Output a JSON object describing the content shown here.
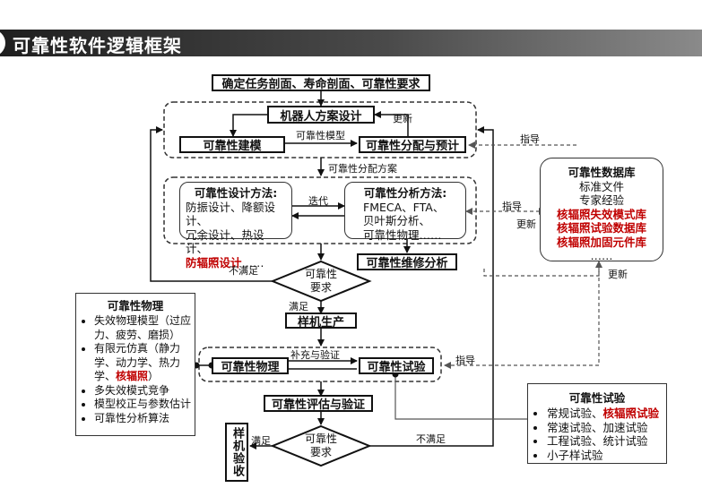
{
  "title": "可靠性软件逻辑框架",
  "boxes": {
    "top": "确定任务剖面、寿命剖面、可靠性要求",
    "robot": "机器人方案设计",
    "model": "可靠性建模",
    "alloc": "可靠性分配与预计",
    "maint": "可靠性维修分析",
    "prototype": "样机生产",
    "physics": "可靠性物理",
    "test": "可靠性试验",
    "eval": "可靠性评估与验证",
    "accept": "样机验收"
  },
  "design_methods": {
    "heading": "可靠性设计方法:",
    "line1": "防振设计、降额设计、",
    "line2": "冗余设计、热设计、",
    "line3_red": "防辐照设计",
    "line3_tail": "……"
  },
  "analysis_methods": {
    "heading": "可靠性分析方法:",
    "line1": "FMECA、FTA、",
    "line2": "贝叶斯分析、",
    "line3": "可靠性物理……"
  },
  "database": {
    "heading": "可靠性数据库",
    "line1": "标准文件",
    "line2": "专家经验",
    "red1": "核辐照失效模式库",
    "red2": "核辐照试验数据库",
    "red3": "核辐照加固元件库",
    "tail": "……"
  },
  "physics_panel": {
    "heading": "可靠性物理",
    "items": [
      {
        "text": "失效物理模型（过应力、疲劳、磨损）"
      },
      {
        "text": "有限元仿真（静力学、动力学、热力学、",
        "red": "核辐照",
        "tail": "）"
      },
      {
        "text": "多失效模式竞争"
      },
      {
        "text": "模型校正与参数估计"
      },
      {
        "text": "可靠性分析算法"
      }
    ]
  },
  "test_panel": {
    "heading": "可靠性试验",
    "items": [
      {
        "text": "常规试验、",
        "red": "核辐照试验"
      },
      {
        "text": "常速试验、加速试验"
      },
      {
        "text": "工程试验、统计试验"
      },
      {
        "text": "小子样试验"
      }
    ]
  },
  "diamonds": {
    "d1_line1": "可靠性",
    "d1_line2": "要求",
    "d2_line1": "可靠性",
    "d2_line2": "要求"
  },
  "labels": {
    "update1": "更新",
    "rel_model": "可靠性模型",
    "guide1": "指导",
    "alloc_plan": "可靠性分配方案",
    "iterate": "迭代",
    "guide2": "指导",
    "update2": "更新",
    "update3": "更新",
    "unsatisfied1": "不满足",
    "satisfied1": "满足",
    "supplement": "补充与验证",
    "guide3": "指导",
    "satisfied2": "满足",
    "unsatisfied2": "不满足"
  }
}
